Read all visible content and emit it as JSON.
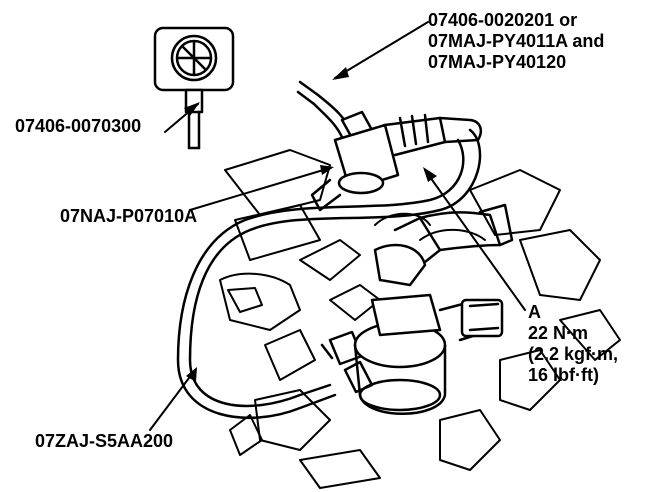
{
  "labels": {
    "gauge_part": "07406-0070300",
    "adapter_line1": "07406-0020201 or",
    "adapter_line2": "07MAJ-PY4011A and",
    "adapter_line3": "07MAJ-PY40120",
    "tee_part": "07NAJ-P07010A",
    "hose_part": "07ZAJ-S5AA200",
    "callout_letter": "A",
    "torque_nm": "22 N·m",
    "torque_kgf": "(2.2 kgf·m,",
    "torque_lbf": "16 lbf·ft)"
  }
}
